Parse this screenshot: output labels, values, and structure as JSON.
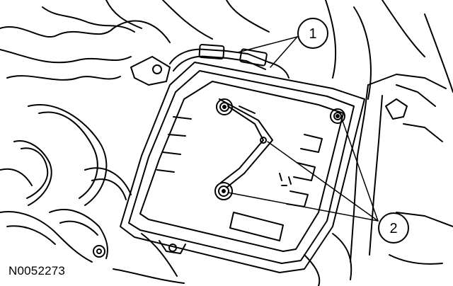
{
  "figure": {
    "id_label": "N0052273"
  },
  "callouts": [
    {
      "label": "1"
    },
    {
      "label": "2"
    }
  ]
}
